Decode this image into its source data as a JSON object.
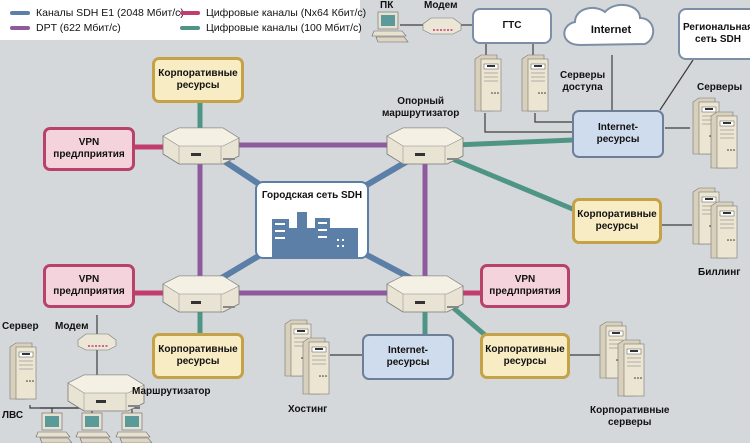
{
  "legend": [
    {
      "label": "Каналы SDH E1 (2048 Мбит/с)",
      "color": "#5c7fa8"
    },
    {
      "label": "DPT (622 Мбит/с)",
      "color": "#8e5a9e"
    },
    {
      "label": "Цифровые каналы (Nx64 Кбит/с)",
      "color": "#c23d6d"
    },
    {
      "label": "Цифровые каналы (100 Мбит/с)",
      "color": "#4f9585"
    }
  ],
  "colors": {
    "sdh": "#5c7fa8",
    "dpt": "#8e5a9e",
    "nx64": "#c23d6d",
    "fast": "#4f9585",
    "thin": "#3d3d3d",
    "background": "#d5d8db"
  },
  "nodes": {
    "city_sdh": "Городская сеть SDH",
    "corp_top_left": [
      "Корпоративные",
      "ресурсы"
    ],
    "corp_bottom_left": [
      "Корпоративные",
      "ресурсы"
    ],
    "corp_right_mid": [
      "Корпоративные",
      "ресурсы"
    ],
    "corp_bottom_right": [
      "Корпоративные",
      "ресурсы"
    ],
    "vpn_top_left": [
      "VPN",
      "предлприятия"
    ],
    "vpn_bottom_left": [
      "VPN",
      "предлприятия"
    ],
    "vpn_bottom_right": [
      "VPN",
      "предлприятия"
    ],
    "inet_top": [
      "Internet-",
      "ресурсы"
    ],
    "inet_bottom": [
      "Internet-",
      "ресурсы"
    ],
    "gts": "ГТС",
    "internet": "Internet",
    "regional_sdh": [
      "Региональная",
      "сеть SDH"
    ]
  },
  "labels": {
    "pc": "ПК",
    "modem_top": "Модем",
    "access_servers": [
      "Серверы",
      "доступа"
    ],
    "core_router": [
      "Опорный",
      "маршрутизатор"
    ],
    "servers": "Серверы",
    "billing": "Биллинг",
    "hosting": "Хостинг",
    "corp_servers": [
      "Корпоративные",
      "серверы"
    ],
    "server_left": "Сервер",
    "modem_left": "Модем",
    "router_left": "Маршрутизатор",
    "lan": "ЛВС"
  }
}
